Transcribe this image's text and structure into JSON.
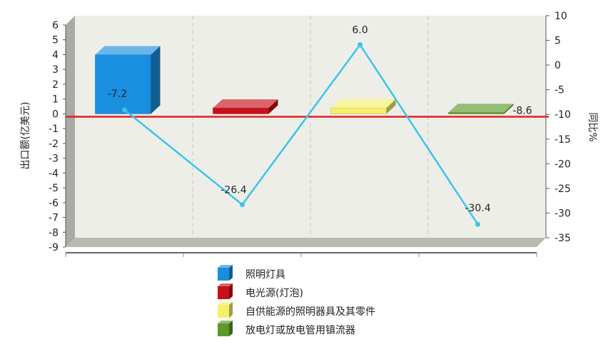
{
  "chart_data": {
    "type": "bar",
    "categories": [
      "照明灯具",
      "电光源(灯泡)",
      "自供能源的照明器具及其零件",
      "放电灯或放电管用镇流器"
    ],
    "series": [
      {
        "name": "照明灯具",
        "axis": "left",
        "kind": "bar",
        "values": [
          4.0,
          null,
          null,
          null
        ],
        "color": "#1a8fe0"
      },
      {
        "name": "电光源(灯泡)",
        "axis": "left",
        "kind": "bar",
        "values": [
          null,
          0.4,
          null,
          null
        ],
        "color": "#c8101a"
      },
      {
        "name": "自供能源的照明器具及其零件",
        "axis": "left",
        "kind": "bar",
        "values": [
          null,
          null,
          0.4,
          null
        ],
        "color": "#f5ee6a"
      },
      {
        "name": "放电灯或放电管用镇流器",
        "axis": "left",
        "kind": "bar",
        "values": [
          null,
          null,
          null,
          0.0
        ],
        "color": "#5a9a2a"
      },
      {
        "kind": "line",
        "axis": "right",
        "values": [
          -7.2,
          -26.4,
          6.0,
          -30.4
        ],
        "color": "#3cc4e8"
      }
    ],
    "reference_line": {
      "axis": "left",
      "value": -0.2,
      "color": "#e02020"
    },
    "extra_label": {
      "text": "-8.6"
    },
    "ylabel": "出口额(亿美元)",
    "y2label": "同比%",
    "ylim": [
      -9,
      6
    ],
    "y2lim": [
      -35,
      10
    ],
    "yticks": [
      6,
      5,
      4,
      3,
      2,
      1,
      0,
      -1,
      -2,
      -3,
      -4,
      -5,
      -6,
      -7,
      -8,
      -9
    ],
    "y2ticks": [
      10,
      5,
      0,
      -5,
      -10,
      -15,
      -20,
      -25,
      -30,
      -35
    ],
    "data_labels": [
      "-7.2",
      "-26.4",
      "6.0",
      "-30.4"
    ],
    "grid": true,
    "legend_position": "bottom"
  }
}
